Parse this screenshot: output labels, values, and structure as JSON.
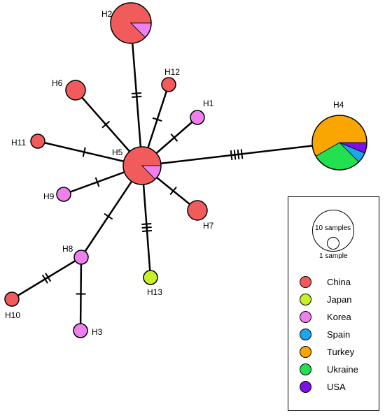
{
  "colors": {
    "China": "#f15b5b",
    "Japan": "#c9f024",
    "Korea": "#ee80ee",
    "Spain": "#1aa7ec",
    "Turkey": "#f9a602",
    "Ukraine": "#22e04f",
    "USA": "#7b11e8"
  },
  "nodes": [
    {
      "id": "H2",
      "label": "H2",
      "samples": 8,
      "composition": {
        "China": 7,
        "Korea": 1
      }
    },
    {
      "id": "H4",
      "label": "H4",
      "samples": 12,
      "composition": {
        "Turkey": 7,
        "Ukraine": 3.5,
        "Spain": 0.75,
        "USA": 0.75
      }
    },
    {
      "id": "H5",
      "label": "H5",
      "samples": 7,
      "composition": {
        "China": 6.1,
        "Korea": 0.9
      }
    },
    {
      "id": "H6",
      "label": "H6",
      "samples": 2,
      "composition": {
        "China": 2
      }
    },
    {
      "id": "H7",
      "label": "H7",
      "samples": 2,
      "composition": {
        "China": 2
      }
    },
    {
      "id": "H12",
      "label": "H12",
      "samples": 1,
      "composition": {
        "China": 1
      }
    },
    {
      "id": "H11",
      "label": "H11",
      "samples": 1,
      "composition": {
        "China": 1
      }
    },
    {
      "id": "H10",
      "label": "H10",
      "samples": 1,
      "composition": {
        "China": 1
      }
    },
    {
      "id": "H1",
      "label": "H1",
      "samples": 1,
      "composition": {
        "Korea": 1
      }
    },
    {
      "id": "H9",
      "label": "H9",
      "samples": 1,
      "composition": {
        "Korea": 1
      }
    },
    {
      "id": "H8",
      "label": "H8",
      "samples": 1,
      "composition": {
        "Korea": 1
      }
    },
    {
      "id": "H3",
      "label": "H3",
      "samples": 1,
      "composition": {
        "Korea": 1
      }
    },
    {
      "id": "H13",
      "label": "H13",
      "samples": 1,
      "composition": {
        "Japan": 1
      }
    }
  ],
  "edges": [
    {
      "from": "H5",
      "to": "H2",
      "mutations": 2
    },
    {
      "from": "H5",
      "to": "H4",
      "mutations": 4
    },
    {
      "from": "H5",
      "to": "H6",
      "mutations": 1
    },
    {
      "from": "H5",
      "to": "H12",
      "mutations": 1
    },
    {
      "from": "H5",
      "to": "H1",
      "mutations": 1
    },
    {
      "from": "H5",
      "to": "H11",
      "mutations": 1
    },
    {
      "from": "H5",
      "to": "H9",
      "mutations": 1
    },
    {
      "from": "H5",
      "to": "H7",
      "mutations": 1
    },
    {
      "from": "H5",
      "to": "H13",
      "mutations": 3
    },
    {
      "from": "H5",
      "to": "H8",
      "mutations": 1
    },
    {
      "from": "H8",
      "to": "H10",
      "mutations": 2
    },
    {
      "from": "H8",
      "to": "H3",
      "mutations": 1
    }
  ],
  "legend": {
    "scale_big_label": "10 samples",
    "scale_small_label": "1 sample",
    "items": [
      {
        "label": "China",
        "color": "#f15b5b"
      },
      {
        "label": "Japan",
        "color": "#c9f024"
      },
      {
        "label": "Korea",
        "color": "#ee80ee"
      },
      {
        "label": "Spain",
        "color": "#1aa7ec"
      },
      {
        "label": "Turkey",
        "color": "#f9a602"
      },
      {
        "label": "Ukraine",
        "color": "#22e04f"
      },
      {
        "label": "USA",
        "color": "#7b11e8"
      }
    ]
  }
}
